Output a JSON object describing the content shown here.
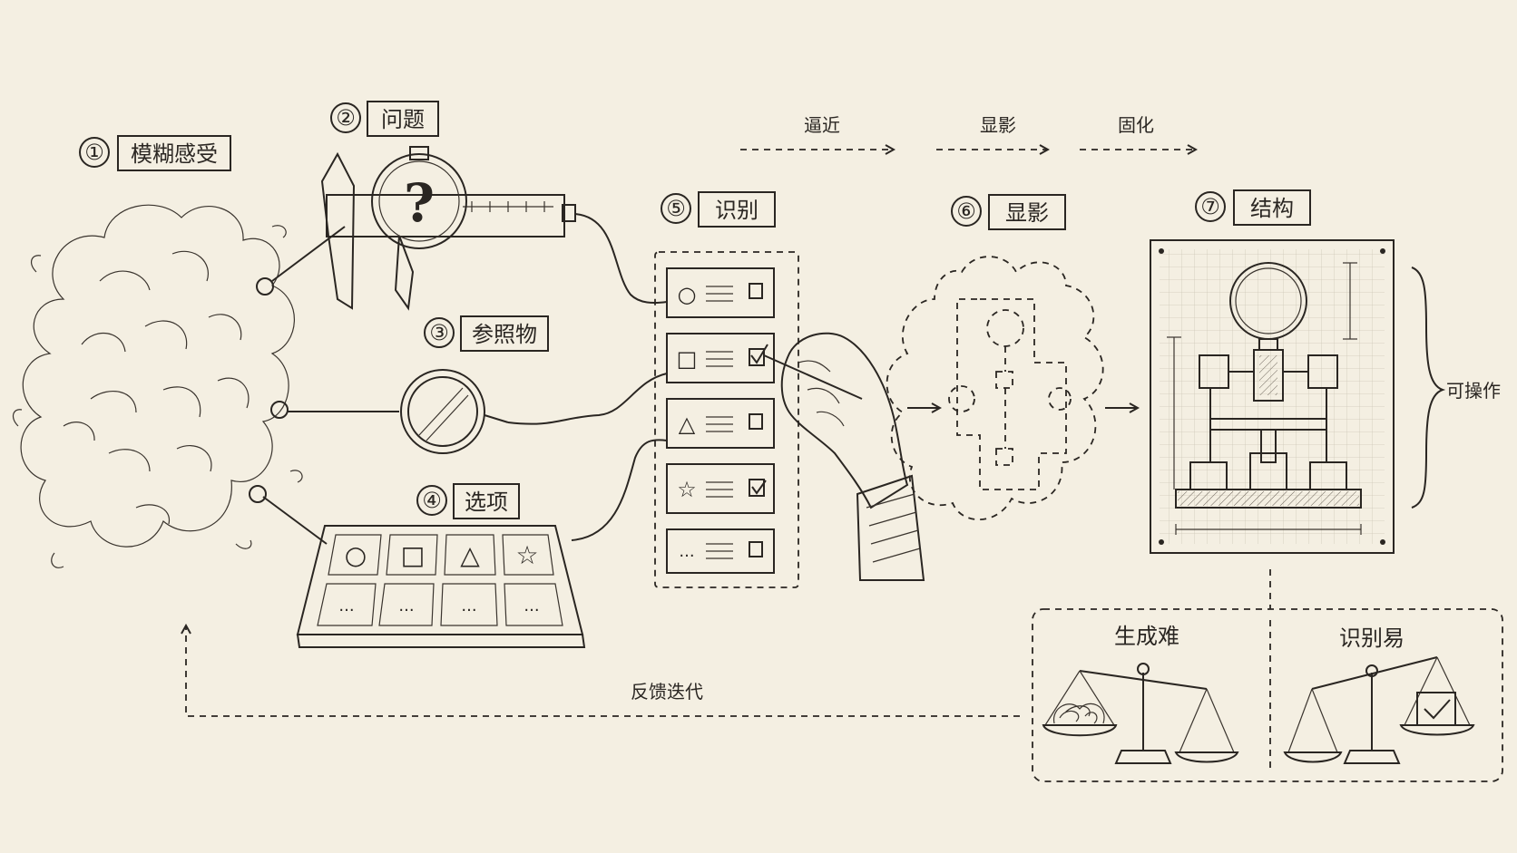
{
  "steps": [
    {
      "number": "①",
      "label": "模糊感受"
    },
    {
      "number": "②",
      "label": "问题"
    },
    {
      "number": "③",
      "label": "参照物"
    },
    {
      "number": "④",
      "label": "选项"
    },
    {
      "number": "⑤",
      "label": "识别"
    },
    {
      "number": "⑥",
      "label": "显影"
    },
    {
      "number": "⑦",
      "label": "结构"
    }
  ],
  "flow_labels": [
    "逼近",
    "显影",
    "固化"
  ],
  "question_mark": "?",
  "option_tray": {
    "shapes": [
      "○",
      "□",
      "△",
      "☆"
    ],
    "blanks": [
      "...",
      "...",
      "...",
      "..."
    ]
  },
  "recognition_list": [
    {
      "shape": "○",
      "checked": false
    },
    {
      "shape": "□",
      "checked": true
    },
    {
      "shape": "△",
      "checked": false
    },
    {
      "shape": "☆",
      "checked": true
    },
    {
      "shape": "...",
      "checked": false
    }
  ],
  "brace_label": "可操作",
  "feedback_label": "反馈迭代",
  "balance": {
    "left": "生成难",
    "right": "识别易"
  }
}
